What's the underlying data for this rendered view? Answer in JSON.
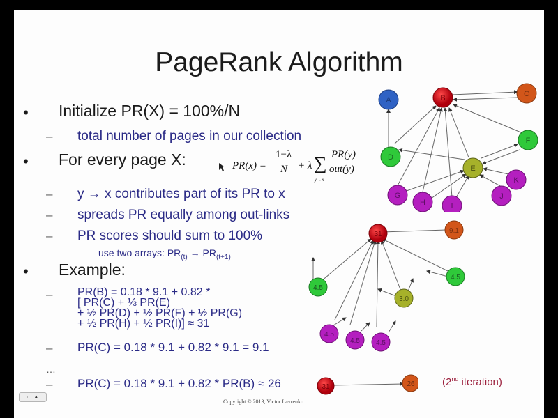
{
  "slide": {
    "title": "PageRank Algorithm",
    "bullets": [
      {
        "bullet": "•",
        "text": "Initialize PR(X) = 100%/N"
      },
      {
        "bullet": "•",
        "text": "For every page X:"
      },
      {
        "bullet": "•",
        "text": "Example:"
      }
    ],
    "sub_bullets": [
      {
        "dash": "–",
        "text": "total number of pages in our collection"
      },
      {
        "dash": "–",
        "text": "y → x contributes part of its PR to x"
      },
      {
        "dash": "–",
        "text": "spreads PR equally among out-links"
      },
      {
        "dash": "–",
        "text": "PR scores should sum to 100%"
      }
    ],
    "sub_sub_bullet": {
      "dash": "–",
      "prefix": "use two arrays: PR",
      "sub1": "(t)",
      "arrow": " → PR",
      "sub2": "(t+1)"
    },
    "formula": {
      "lhs": "PR(x) =",
      "numerator": "1−λ",
      "denominator": "N",
      "plus_lambda": "+ λ",
      "sigma": "∑",
      "sum_index": "y→x",
      "frac_num": "PR(y)",
      "frac_den": "out(y)"
    },
    "examples": [
      {
        "dash": "–",
        "lines": [
          "PR(B) = 0.18 * 9.1 + 0.82 *",
          "[ PR(C) + ⅓ PR(E)",
          "+ ½ PR(D) + ½ PR(F) + ½ PR(G)",
          "+ ½ PR(H) + ½ PR(I)] ≈ 31"
        ]
      },
      {
        "dash": "–",
        "lines": [
          "PR(C) = 0.18 * 9.1 + 0.82 * 9.1 = 9.1"
        ]
      },
      {
        "dash": "",
        "lines": [
          "…"
        ]
      },
      {
        "dash": "–",
        "lines": [
          "PR(C) = 0.18 * 9.1 + 0.82 * PR(B) ≈ 26"
        ]
      }
    ],
    "iteration_note": {
      "prefix": "(2",
      "sup": "nd",
      "suffix": " iteration)"
    },
    "copyright": "Copyright © 2013, Victor Lavrenko"
  },
  "graph_top": {
    "nodes": [
      {
        "id": "A",
        "label": "A",
        "color": "#2f62c4"
      },
      {
        "id": "B",
        "label": "B",
        "color": "#d0101c"
      },
      {
        "id": "C",
        "label": "C",
        "color": "#d2561a"
      },
      {
        "id": "D",
        "label": "D",
        "color": "#2fc93a"
      },
      {
        "id": "E",
        "label": "E",
        "color": "#a6b12a"
      },
      {
        "id": "F",
        "label": "F",
        "color": "#2fc93a"
      },
      {
        "id": "G",
        "label": "G",
        "color": "#b41fbf"
      },
      {
        "id": "H",
        "label": "H",
        "color": "#b41fbf"
      },
      {
        "id": "I",
        "label": "I",
        "color": "#b41fbf"
      },
      {
        "id": "J",
        "label": "J",
        "color": "#b41fbf"
      },
      {
        "id": "K",
        "label": "K",
        "color": "#b41fbf"
      }
    ]
  },
  "graph_mid": {
    "nodes": [
      {
        "id": "B",
        "label": "31",
        "color": "#d0101c"
      },
      {
        "id": "C",
        "label": "9.1",
        "color": "#d2561a"
      },
      {
        "id": "D",
        "label": "4.5",
        "color": "#2fc93a"
      },
      {
        "id": "F",
        "label": "4.5",
        "color": "#2fc93a"
      },
      {
        "id": "E",
        "label": "3.0",
        "color": "#a6b12a"
      },
      {
        "id": "G",
        "label": "4.5",
        "color": "#b41fbf"
      },
      {
        "id": "H",
        "label": "4.5",
        "color": "#b41fbf"
      },
      {
        "id": "I",
        "label": "4.5",
        "color": "#b41fbf"
      }
    ]
  },
  "graph_bottom": {
    "nodes": [
      {
        "id": "B",
        "label": "31",
        "color": "#d0101c"
      },
      {
        "id": "C",
        "label": "26",
        "color": "#d2561a"
      }
    ]
  },
  "player": {
    "control_label": "▭ ▲"
  }
}
